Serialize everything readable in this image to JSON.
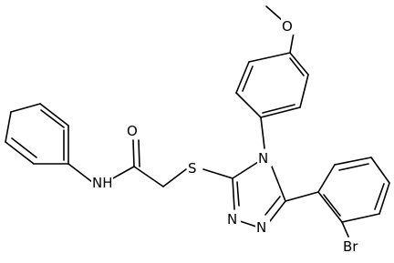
{
  "molecule": {
    "atom_labels": {
      "O_methoxy": "O",
      "O_carbonyl": "O",
      "NH": "NH",
      "S": "S",
      "N4": "N",
      "N1": "N",
      "N2": "N",
      "Br": "Br"
    }
  }
}
